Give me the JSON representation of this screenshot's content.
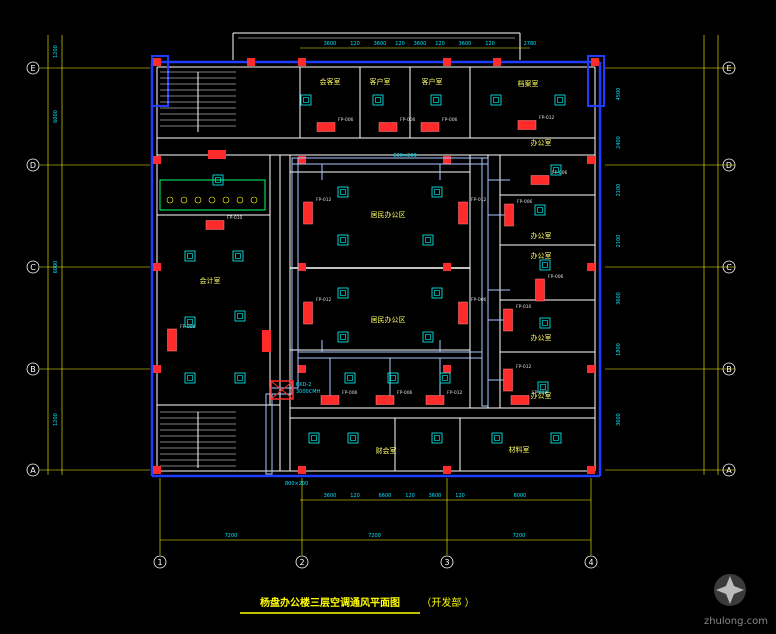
{
  "colors": {
    "background": "#000000",
    "wall": "#ffffff",
    "wall_blue": "#1f3cff",
    "grid": "#ffff00",
    "dim": "#00e5ff",
    "duct": "#aac8ff",
    "unit": "#ff2a2a",
    "diffuser": "#00ffff",
    "label": "#ffff66",
    "title": "#ffff00"
  },
  "grid_rows": [
    "E",
    "D",
    "C",
    "B",
    "A"
  ],
  "grid_cols": [
    "1",
    "2",
    "3",
    "4"
  ],
  "rooms": [
    {
      "key": "meeting",
      "label": "会客室"
    },
    {
      "key": "client1",
      "label": "客户室"
    },
    {
      "key": "client2",
      "label": "客户室"
    },
    {
      "key": "archive",
      "label": "档案室"
    },
    {
      "key": "office1",
      "label": "办公室"
    },
    {
      "key": "office2",
      "label": "办公室"
    },
    {
      "key": "office3",
      "label": "办公室"
    },
    {
      "key": "office4",
      "label": "办公室"
    },
    {
      "key": "office5",
      "label": "办公室"
    },
    {
      "key": "openoffice1",
      "label": "居民办公区"
    },
    {
      "key": "openoffice2",
      "label": "居民办公区"
    },
    {
      "key": "accounting",
      "label": "会计室"
    },
    {
      "key": "finance",
      "label": "财会室"
    },
    {
      "key": "materials",
      "label": "材料室"
    }
  ],
  "unit_tags": [
    "FP-006",
    "FP-006",
    "FP-006",
    "FP-012",
    "FP-006",
    "FP-006",
    "FP-006",
    "FP-010",
    "FP-012",
    "FP-012",
    "FP-012",
    "FP-012",
    "FP-006",
    "FP-006",
    "FP-006",
    "FP-012",
    "FP-012",
    "FP-010",
    "FP-006"
  ],
  "top_dims": [
    "3600",
    "120",
    "3600",
    "120",
    "3600",
    "120",
    "3600",
    "120",
    "2780"
  ],
  "bottom_dims": [
    "3600",
    "120",
    "6600",
    "120",
    "3600",
    "120",
    "6000"
  ],
  "axis_dims": [
    "7200",
    "7200",
    "7200"
  ],
  "side_dims_left": [
    "1200",
    "6000",
    "6000",
    "1200"
  ],
  "side_dims_right": [
    "4500",
    "2400",
    "2100",
    "2100",
    "3600",
    "1800",
    "3600"
  ],
  "equipment": {
    "tag": "KKD-2",
    "value": "3000CMH"
  },
  "duct_label": "800×200",
  "title": "杨盘办公楼三层空调通风平面图",
  "subtitle": "（开发部   ）",
  "watermark": "zhulong.com"
}
